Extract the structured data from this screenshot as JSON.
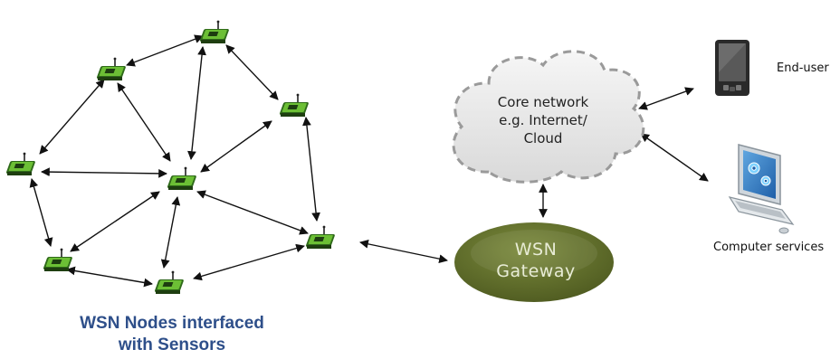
{
  "cloud": {
    "lines": [
      "Core network",
      "e.g. Internet/",
      "Cloud"
    ]
  },
  "gateway": {
    "lines": [
      "WSN",
      "Gateway"
    ]
  },
  "end_user": {
    "label": "End-user"
  },
  "computer": {
    "label": "Computer services"
  },
  "caption": {
    "lines": [
      "WSN Nodes interfaced",
      "with Sensors"
    ]
  },
  "colors": {
    "node_body": "#3d7a22",
    "node_highlight": "#8fd14a",
    "gateway": "#5c6a2a",
    "caption": "#2e4f8a",
    "cloud_fill": "#e9e9e9",
    "cloud_stroke": "#9a9a9a"
  },
  "icons": [
    "sensor-node-icon",
    "cloud-icon",
    "pda-icon",
    "computer-icon",
    "gear-icon"
  ]
}
